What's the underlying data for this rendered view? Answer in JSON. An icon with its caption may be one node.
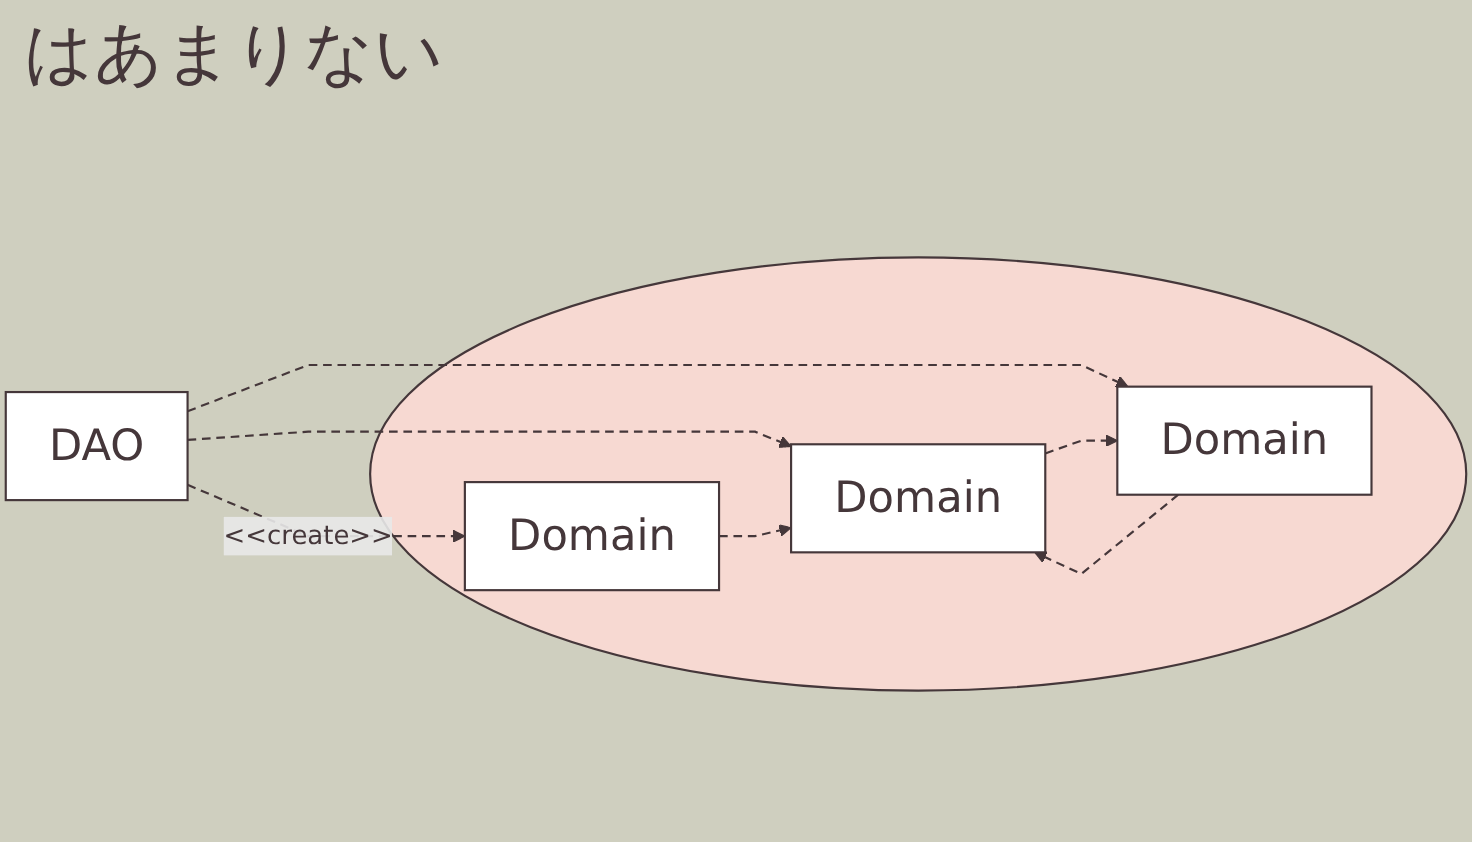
{
  "diagram": {
    "title": "はあまりない",
    "nodes": [
      {
        "text": [
          "DAO"
        ]
      },
      {
        "text": [],
        "shape": "circle"
      },
      {
        "text": [
          "Domain"
        ],
        "in": 1
      },
      {
        "text": [
          "Domain"
        ],
        "in": 1
      },
      {
        "text": [
          "Domain"
        ],
        "in": 1
      }
    ],
    "edges": [
      {
        "from": 0,
        "to": 2,
        "arrow": "to",
        "label": "<<create>>",
        "style": "dashed"
      },
      {
        "from": 0,
        "to": 3,
        "arrow": "to",
        "style": "dashed"
      },
      {
        "from": 0,
        "to": 4,
        "arrow": "to",
        "style": "dashed"
      },
      {
        "from": 2,
        "to": 3,
        "arrow": "to",
        "style": "dashed"
      },
      {
        "from": 3,
        "to": 4,
        "arrow": "to",
        "style": "dashed"
      },
      {
        "from": 4,
        "to": 3,
        "arrow": "to",
        "style": "dashed"
      }
    ]
  }
}
